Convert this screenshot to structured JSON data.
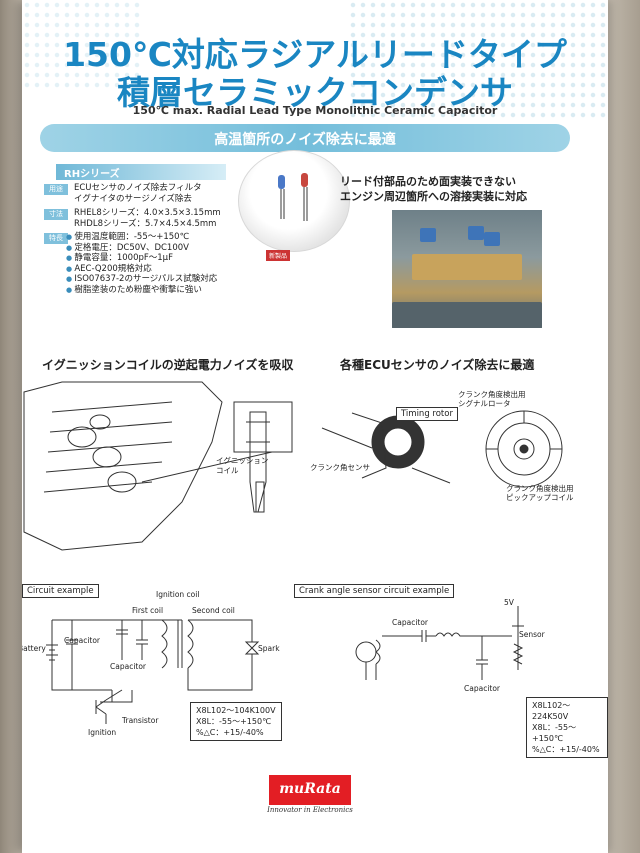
{
  "poster": {
    "title_line1": "150℃対応ラジアルリードタイプ",
    "title_line2": "積層セラミックコンデンサ",
    "subtitle": "150℃ max. Radial Lead Type Monolithic Ceramic Capacitor",
    "banner": "高温箇所のノイズ除去に最適",
    "series": "RHシリーズ",
    "spec_labels": [
      "用途",
      "寸法",
      "特長"
    ],
    "usage": [
      "ECUセンサのノイズ除去フィルタ",
      "イグナイタのサージノイズ除去"
    ],
    "sizes": [
      "RHEL8シリーズ：4.0×3.5×3.15mm",
      "RHDL8シリーズ：5.7×4.5×4.5mm"
    ],
    "features": [
      "使用温度範囲：-55〜+150℃",
      "定格電圧：DC50V、DC100V",
      "静電容量：1000pF〜1μF",
      "AEC-Q200規格対応",
      "ISO07637-2のサージパルス試験対応",
      "樹脂塗装のため粉塵や衝撃に強い"
    ],
    "new_tag": "新製品",
    "right_note": [
      "リード付部品のため面実装できない",
      "エンジン周辺箇所への溶接実装に対応"
    ],
    "section_left": "イグニッションコイルの逆起電力ノイズを吸収",
    "section_right": "各種ECUセンサのノイズ除去に最適",
    "ignition_coil_label": [
      "イグニッション",
      "コイル"
    ],
    "timing_rotor": "Timing rotor",
    "crank_sensor": "クランク角センサ",
    "signal_rotor": [
      "クランク角度検出用",
      "シグナルロータ"
    ],
    "pickup_coil": [
      "クランク角度検出用",
      "ピックアップコイル"
    ],
    "circuit_left": {
      "heading": "Circuit example",
      "ignition_coil": "Ignition coil",
      "first_coil": "First coil",
      "second_coil": "Second coil",
      "battery": "Battery",
      "capacitor_top": "Capacitor",
      "capacitor_mid": "Capacitor",
      "spark": "Spark",
      "transistor": "Transistor",
      "ignition": "Ignition",
      "spec": [
        "X8L102〜104K100V",
        "X8L：-55〜+150℃",
        "%△C：+15/-40%"
      ]
    },
    "circuit_right": {
      "heading": "Crank angle sensor circuit example",
      "voltage": "5V",
      "capacitor_top": "Capacitor",
      "capacitor_bottom": "Capacitor",
      "sensor": "Sensor",
      "spec": [
        "X8L102〜224K50V",
        "X8L：-55〜+150℃",
        "%△C：+15/-40%"
      ]
    },
    "logo": "muRata",
    "tagline": "Innovator in Electronics"
  },
  "colors": {
    "title": "#1a86c2",
    "banner": "#74bedb",
    "logo": "#e31e24"
  }
}
